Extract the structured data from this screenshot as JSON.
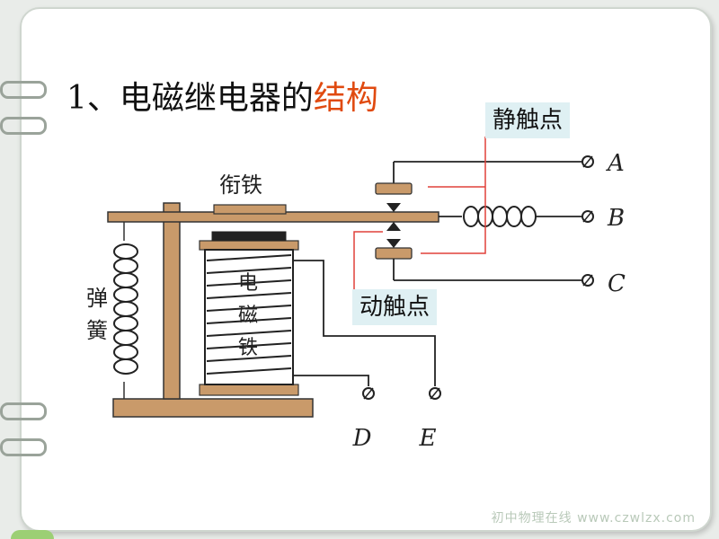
{
  "slide": {
    "title_main": "1、电磁继电器的",
    "title_accent": "结构",
    "accent_color": "#e04a10"
  },
  "callouts": {
    "static_contact": "静触点",
    "moving_contact": "动触点"
  },
  "diagram": {
    "armature": "衔铁",
    "spring": "弹簧",
    "electromagnet_chars": [
      "电",
      "磁",
      "铁"
    ],
    "terminals": [
      "A",
      "B",
      "C",
      "D",
      "E"
    ]
  },
  "footer": {
    "logo_text": "初中物理在线  www.czwlzx.com"
  }
}
